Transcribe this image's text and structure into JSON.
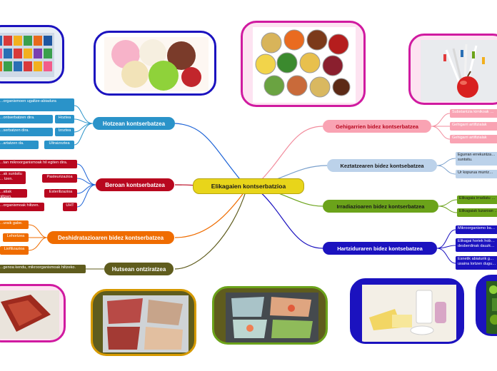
{
  "colors": {
    "center_fill": "#e8d51a",
    "hot": "#2a93c9",
    "canned": "#b8071f",
    "dehydrate": "#ef6c00",
    "vacuum": "#5f5c1d",
    "additive": "#f9a3b3",
    "cold": "#bcd2ea",
    "irradiation": "#6ba31a",
    "fermentation": "#1b12bf"
  },
  "center": {
    "label": "Elikagaien kontserbatzioa"
  },
  "branches": {
    "hot": {
      "label": "Hotzean kontserbatzea",
      "items": [
        {
          "text": "…organismoen ugaltze-abiadura",
          "tag": ""
        },
        {
          "text": "…ontserbatzen dira.",
          "tag": "Hoztea"
        },
        {
          "text": "…serbatzen dira.",
          "tag": "Izoztea"
        },
        {
          "text": "…artatzen da.",
          "tag": "Ultraizoztea"
        }
      ]
    },
    "canned": {
      "label": "Beroan kontserbatzea",
      "items": [
        {
          "text": "…tan mikroorganismoak hil egiten dira.",
          "tag": ""
        },
        {
          "text": "…ak suntsitu … tzen.",
          "tag": "Pasteurizazioa"
        },
        {
          "text": "…atiak hiltzen.",
          "tag": "Esterilizazioa"
        },
        {
          "text": "…organismoak hiltzen.",
          "tag": "UHT"
        }
      ]
    },
    "dehydrate": {
      "label": "Deshidratazioaren bidez kontserbatzea",
      "items": [
        {
          "text": "…uraik gabe.",
          "tag": ""
        },
        {
          "tag": "Lehortzea"
        },
        {
          "tag": "Liofilizazioa"
        }
      ]
    },
    "vacuum": {
      "label": "Hutsean ontziratzea",
      "items": [
        {
          "text": "…genoa kendu, mikroorganismoak hiltzeko."
        }
      ]
    },
    "additive": {
      "label": "Gehigarrien bidez kontserbatzea",
      "items": [
        {
          "text": "Substantzia kimikoak …"
        },
        {
          "text": "Gehigarri artifizialak"
        },
        {
          "text": "Gehigarri artifizialak"
        }
      ]
    },
    "cold": {
      "label": "Keztatzearen bidez kontsebatzea",
      "items": [
        {
          "text": "Egurran errekuntza… suntsitu."
        },
        {
          "text": "Ur kopurua murriz…"
        }
      ]
    },
    "irradiation": {
      "label": "Irradiazioaren bidez kontserbatzea",
      "items": [
        {
          "text": "Elikagaia irradiatu …"
        },
        {
          "text": "Elikagaiak luzaroan …"
        }
      ]
    },
    "fermentation": {
      "label": "Hartziduraren bidez kontsebatzea",
      "items": [
        {
          "text": "Mikroorganismo ba…"
        },
        {
          "text": "Elikagai horiek hob… desberdinak dauzk…"
        },
        {
          "text": "Esnetik abiaturik g… usaina lortzen dugu…"
        }
      ]
    }
  },
  "images": [
    {
      "name": "freezer-image",
      "border": "#1b12bf"
    },
    {
      "name": "ice-cream-image",
      "border": "#1b12bf"
    },
    {
      "name": "canned-food-image",
      "border": "#d01aa0"
    },
    {
      "name": "syringe-apple-image",
      "border": "#d01aa0"
    },
    {
      "name": "dried-meat-image",
      "border": "#d01aa0"
    },
    {
      "name": "vacuum-meat-image",
      "border": "#d69a00"
    },
    {
      "name": "vacuum-seafood-image",
      "border": "#6ba31a"
    },
    {
      "name": "dairy-image",
      "border": "#1b12bf"
    },
    {
      "name": "vegetables-image",
      "border": "#1b12bf"
    }
  ]
}
